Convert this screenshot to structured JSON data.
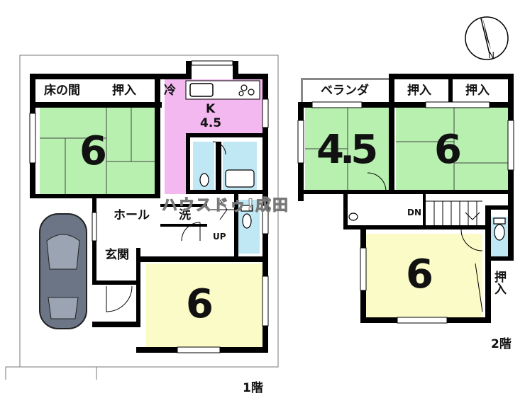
{
  "floor1": {
    "label": "1階",
    "rooms": {
      "tokonoma": "床の間",
      "closet_1": "押入",
      "fridge": "冷",
      "kitchen_k": "K",
      "kitchen_size": "4.5",
      "washitsu_size": "6",
      "hall": "ホール",
      "washer": "洗",
      "up": "UP",
      "entrance": "玄関",
      "room_size": "6"
    }
  },
  "floor2": {
    "label": "2階",
    "rooms": {
      "veranda": "ベランダ",
      "closet_a": "押入",
      "closet_b": "押入",
      "room_a_size": "4.5",
      "room_b_size": "6",
      "dn": "DN",
      "room_c_size": "6",
      "closet_c": "押入"
    }
  },
  "watermark": "ハウスドゥ!成田",
  "compass_label": "N",
  "colors": {
    "tatami": "#b8f0b0",
    "kitchen": "#f4b8f0",
    "bath": "#bfe8f4",
    "flooring": "#fbfbc8",
    "wall": "#000000"
  }
}
